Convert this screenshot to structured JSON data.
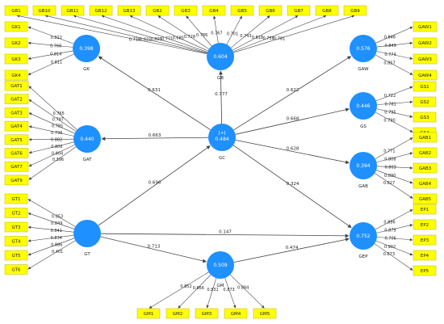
{
  "title": "",
  "colors": {
    "node": "#1E90FF",
    "indicator": "#FFFF00",
    "indicator_border": "#B8B800",
    "edge": "#444444",
    "text": "#222222"
  },
  "constructs": [
    {
      "id": "GK",
      "label": "GK",
      "value": "0.398"
    },
    {
      "id": "GB",
      "label": "GB",
      "value": "0.604"
    },
    {
      "id": "GAW",
      "label": "GAW",
      "value": "0.576"
    },
    {
      "id": "GAT",
      "label": "GAT",
      "value": "0.440"
    },
    {
      "id": "GC",
      "label": "GC",
      "value": "0.484",
      "tag": "[+]"
    },
    {
      "id": "GS",
      "label": "GS",
      "value": "0.446"
    },
    {
      "id": "GAB",
      "label": "GAB",
      "value": "0.394"
    },
    {
      "id": "GT",
      "label": "GT",
      "value": ""
    },
    {
      "id": "GM",
      "label": "GM",
      "value": "0.509"
    },
    {
      "id": "GEP",
      "label": "GEP",
      "value": "0.752"
    }
  ],
  "paths": [
    {
      "from": "GC",
      "to": "GK",
      "coef": "0.631"
    },
    {
      "from": "GC",
      "to": "GB",
      "coef": "0.777"
    },
    {
      "from": "GC",
      "to": "GAW",
      "coef": "0.622"
    },
    {
      "from": "GC",
      "to": "GAT",
      "coef": "0.663"
    },
    {
      "from": "GC",
      "to": "GS",
      "coef": "0.668"
    },
    {
      "from": "GC",
      "to": "GAB",
      "coef": "0.628"
    },
    {
      "from": "GC",
      "to": "GEP",
      "coef": "0.324"
    },
    {
      "from": "GT",
      "to": "GC",
      "coef": "0.696"
    },
    {
      "from": "GT",
      "to": "GEP",
      "coef": "0.147"
    },
    {
      "from": "GT",
      "to": "GM",
      "coef": "0.713"
    },
    {
      "from": "GM",
      "to": "GEP",
      "coef": "0.474"
    }
  ],
  "indicators": [
    {
      "construct": "GB",
      "label": "GB1",
      "loading": "0.738"
    },
    {
      "construct": "GB",
      "label": "GB10",
      "loading": "0.621"
    },
    {
      "construct": "GB",
      "label": "GB11",
      "loading": "0.805"
    },
    {
      "construct": "GB",
      "label": "GB12",
      "loading": "0.771"
    },
    {
      "construct": "GB",
      "label": "GB13",
      "loading": "0.685"
    },
    {
      "construct": "GB",
      "label": "GB2",
      "loading": "0.728"
    },
    {
      "construct": "GB",
      "label": "GB3",
      "loading": "0.786"
    },
    {
      "construct": "GB",
      "label": "GB4",
      "loading": "0.767"
    },
    {
      "construct": "GB",
      "label": "GB5",
      "loading": "0.701"
    },
    {
      "construct": "GB",
      "label": "GB6",
      "loading": "0.743"
    },
    {
      "construct": "GB",
      "label": "GB7",
      "loading": "0.818"
    },
    {
      "construct": "GB",
      "label": "GB8",
      "loading": "0.758"
    },
    {
      "construct": "GB",
      "label": "GB9",
      "loading": "0.781"
    },
    {
      "construct": "GK",
      "label": "GK1",
      "loading": "0.822"
    },
    {
      "construct": "GK",
      "label": "GK2",
      "loading": "0.766"
    },
    {
      "construct": "GK",
      "label": "GK3",
      "loading": "0.814"
    },
    {
      "construct": "GK",
      "label": "GK4",
      "loading": "0.811"
    },
    {
      "construct": "GAW",
      "label": "GAW1",
      "loading": "0.846"
    },
    {
      "construct": "GAW",
      "label": "GAW2",
      "loading": "0.849"
    },
    {
      "construct": "GAW",
      "label": "GAW3",
      "loading": "0.774"
    },
    {
      "construct": "GAW",
      "label": "GAW4",
      "loading": "0.857"
    },
    {
      "construct": "GAT",
      "label": "GAT1",
      "loading": "0.765"
    },
    {
      "construct": "GAT",
      "label": "GAT2",
      "loading": "0.797"
    },
    {
      "construct": "GAT",
      "label": "GAT3",
      "loading": "0.785"
    },
    {
      "construct": "GAT",
      "label": "GAT4",
      "loading": "0.796"
    },
    {
      "construct": "GAT",
      "label": "GAT5",
      "loading": "0.882"
    },
    {
      "construct": "GAT",
      "label": "GAT6",
      "loading": "0.806"
    },
    {
      "construct": "GAT",
      "label": "GAT7",
      "loading": "0.804"
    },
    {
      "construct": "GAT",
      "label": "GAT9",
      "loading": "0.396"
    },
    {
      "construct": "GS",
      "label": "GS1",
      "loading": "0.722"
    },
    {
      "construct": "GS",
      "label": "GS2",
      "loading": "0.781"
    },
    {
      "construct": "GS",
      "label": "GS3",
      "loading": "0.795"
    },
    {
      "construct": "GS",
      "label": "GS4",
      "loading": "0.790"
    },
    {
      "construct": "GAB",
      "label": "GAB1",
      "loading": "0.771"
    },
    {
      "construct": "GAB",
      "label": "GAB2",
      "loading": "0.808"
    },
    {
      "construct": "GAB",
      "label": "GAB3",
      "loading": "0.803"
    },
    {
      "construct": "GAB",
      "label": "GAB4",
      "loading": "0.830"
    },
    {
      "construct": "GAB",
      "label": "GAB5",
      "loading": "0.827"
    },
    {
      "construct": "GT",
      "label": "GT1",
      "loading": "0.853"
    },
    {
      "construct": "GT",
      "label": "GT2",
      "loading": "0.849"
    },
    {
      "construct": "GT",
      "label": "GT3",
      "loading": "0.841"
    },
    {
      "construct": "GT",
      "label": "GT4",
      "loading": "0.834"
    },
    {
      "construct": "GT",
      "label": "GT5",
      "loading": "0.886"
    },
    {
      "construct": "GT",
      "label": "GT6",
      "loading": "0.401"
    },
    {
      "construct": "GEP",
      "label": "EP1",
      "loading": "0.896"
    },
    {
      "construct": "GEP",
      "label": "EP2",
      "loading": "0.879"
    },
    {
      "construct": "GEP",
      "label": "EP3",
      "loading": "0.706"
    },
    {
      "construct": "GEP",
      "label": "EP4",
      "loading": "0.902"
    },
    {
      "construct": "GEP",
      "label": "EP5",
      "loading": "0.873"
    },
    {
      "construct": "GM",
      "label": "GM1",
      "loading": "0.852"
    },
    {
      "construct": "GM",
      "label": "GM2",
      "loading": "0.866"
    },
    {
      "construct": "GM",
      "label": "GM3",
      "loading": "0.831"
    },
    {
      "construct": "GM",
      "label": "GM4",
      "loading": "0.873"
    },
    {
      "construct": "GM",
      "label": "GM5",
      "loading": "0.884"
    }
  ]
}
